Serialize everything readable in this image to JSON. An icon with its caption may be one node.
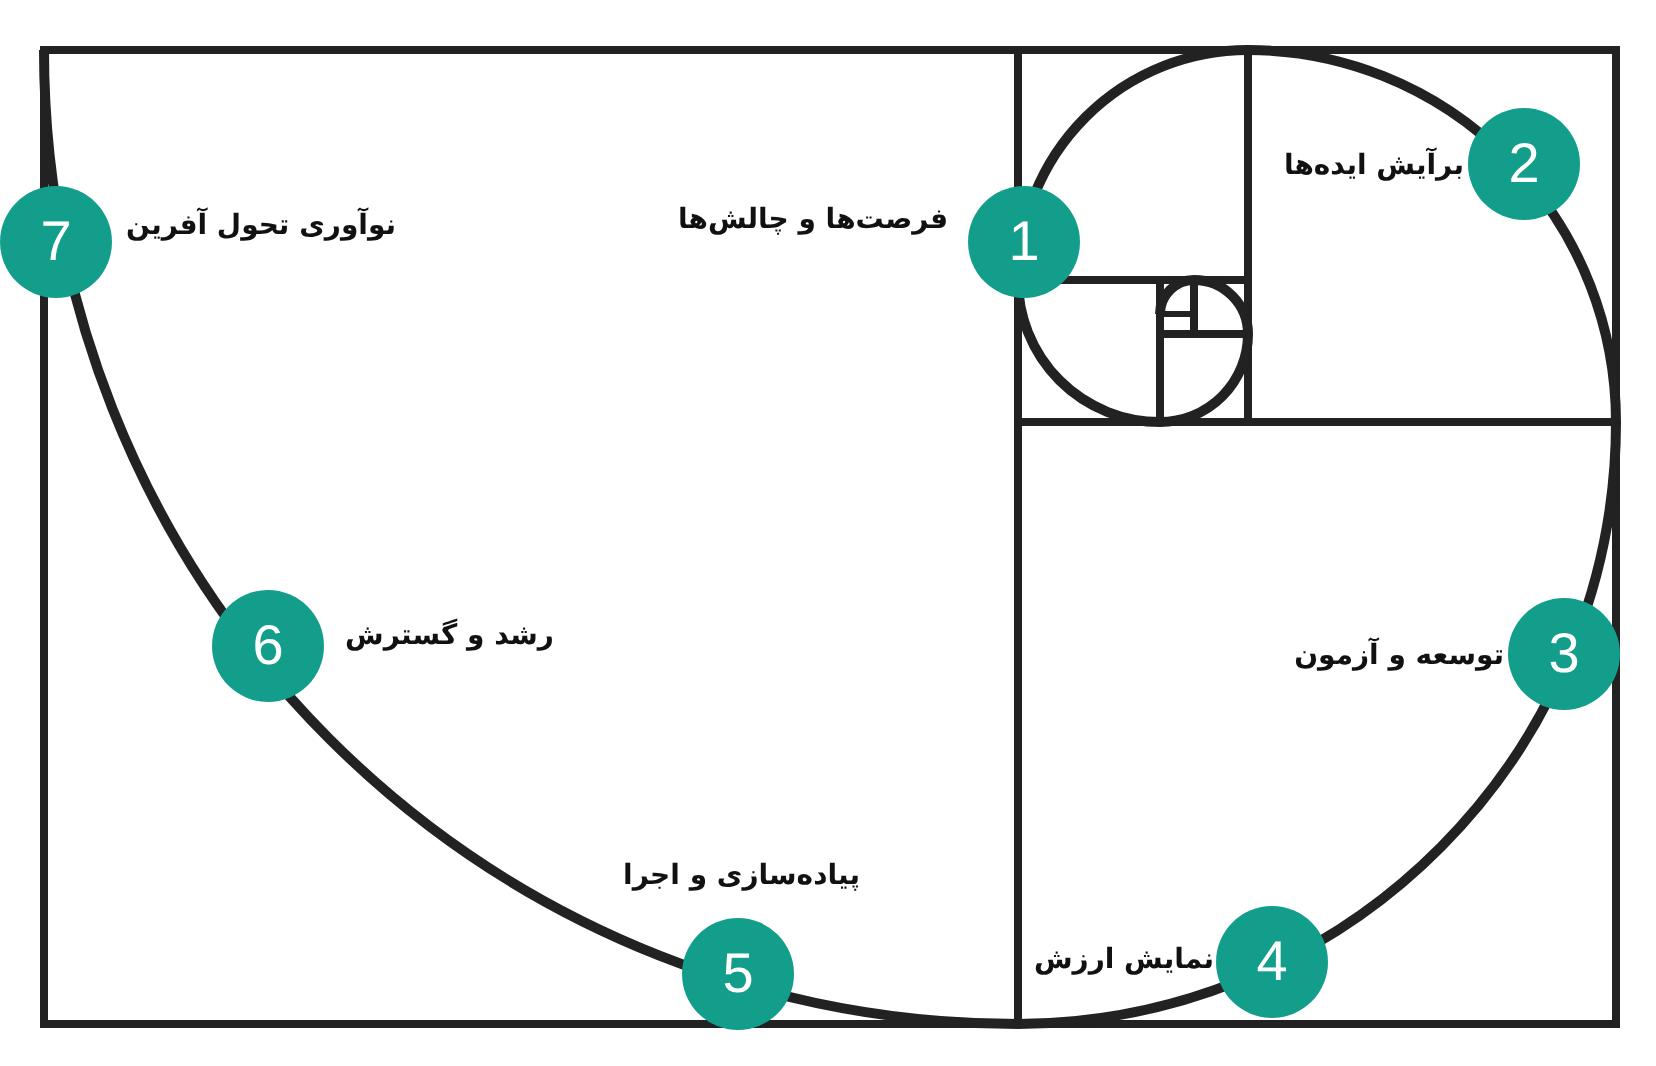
{
  "diagram": {
    "nodes": [
      {
        "text": [
          "1"
        ],
        "beside": [
          "فرصت‌ها و چالش‌ها"
        ]
      },
      {
        "text": [
          "2"
        ],
        "beside": [
          "برآیش ایده‌ها"
        ]
      },
      {
        "text": [
          "3"
        ],
        "beside": [
          "توسعه و آزمون"
        ]
      },
      {
        "text": [
          "4"
        ],
        "beside": [
          "نمایش ارزش"
        ]
      },
      {
        "text": [
          "5"
        ],
        "beside": [
          "پیاده‌سازی و اجرا"
        ]
      },
      {
        "text": [
          "6"
        ],
        "beside": [
          "رشد و گسترش"
        ]
      },
      {
        "text": [
          "7"
        ],
        "beside": [
          "نوآوری تحول آفرین"
        ]
      }
    ]
  }
}
